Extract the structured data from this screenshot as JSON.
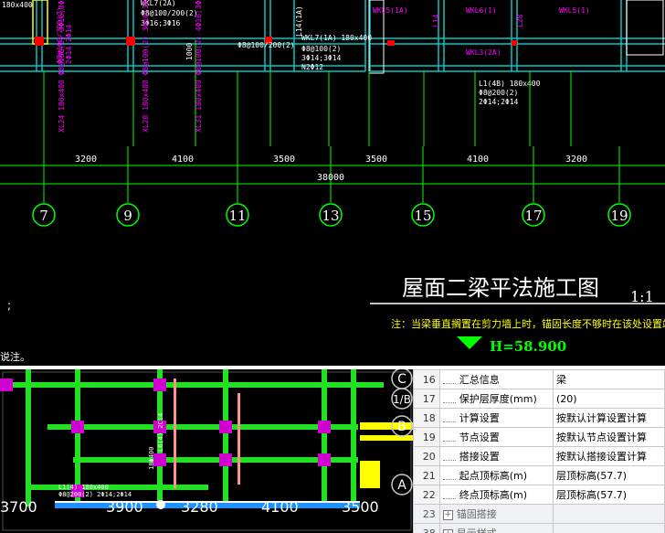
{
  "cad_top": {
    "beam_labels": {
      "b1": "180x400",
      "b2": "Φ8@100/200(2)",
      "b3": "2Φ14;2Φ14",
      "b4": "WKL7(2A)",
      "b5": "Φ8@100/200(2)",
      "b6": "3Φ16;3Φ16",
      "b7": "L14(1A)",
      "b8": "WKL7(1A) 180x400",
      "b9": "Φ8@100(2)",
      "b10": "3Φ14;3Φ14",
      "b11": "N2Φ12",
      "b12": "Φ8@100/200(2)",
      "b13": "1000",
      "b14": "WKL5(1A)",
      "b15": "WKL6(1)",
      "b16": "WKL5(1)",
      "b17": "WKL3(2A)",
      "b18": "L1(4B) 180x400",
      "b19": "Φ8@200(2)",
      "b20": "2Φ14;2Φ14",
      "b21": "L14",
      "b22": "L28",
      "v1": "XL24 180x400 Φ8@100(2) 3Φ16;3Φ16",
      "v2": "XL28 180x400 Φ8@100(2) 3Φ16;3Φ16",
      "v3": "XL31 180x400 Φ8@100(2) 4Φ18;3Φ16"
    },
    "dimensions": [
      "3200",
      "4100",
      "3500",
      "3500",
      "4100",
      "3200"
    ],
    "total_dimension": "38000",
    "axis_numbers": [
      "7",
      "9",
      "11",
      "13",
      "15",
      "17",
      "19"
    ],
    "drawing_title": "屋面二梁平法施工图",
    "scale": "1:1",
    "note": "注：当梁垂直搁置在剪力墙上时，锚固长度不够时在该处设置端柱",
    "elevation": "H=58.900",
    "side_note": "说注。",
    "semicolon": ";"
  },
  "cad_bottom": {
    "dimensions": [
      "3700",
      "3900",
      "3280",
      "4100",
      "3500"
    ],
    "axis_letters": [
      "C",
      "1/B",
      "B",
      "A"
    ],
    "beam_text_1": "L1(4) 180x400",
    "beam_text_2": "Φ8@200(2) 2Φ14;2Φ14",
    "beam_text_3": "18Φ400",
    "beam_text_4": "L6(4) 2C14"
  },
  "properties": {
    "rows": [
      {
        "num": "16",
        "key": "汇总信息",
        "value": "梁",
        "type": "child"
      },
      {
        "num": "17",
        "key": "保护层厚度(mm)",
        "value": "(20)",
        "type": "child"
      },
      {
        "num": "18",
        "key": "计算设置",
        "value": "按默认计算设置计算",
        "type": "child"
      },
      {
        "num": "19",
        "key": "节点设置",
        "value": "按默认节点设置计算",
        "type": "child"
      },
      {
        "num": "20",
        "key": "搭接设置",
        "value": "按默认搭接设置计算",
        "type": "child"
      },
      {
        "num": "21",
        "key": "起点顶标高(m)",
        "value": "层顶标高(57.7)",
        "type": "child"
      },
      {
        "num": "22",
        "key": "终点顶标高(m)",
        "value": "层顶标高(57.7)",
        "type": "child"
      },
      {
        "num": "23",
        "key": "锚固搭接",
        "value": "",
        "type": "group"
      },
      {
        "num": "38",
        "key": "显示样式",
        "value": "",
        "type": "group"
      }
    ]
  },
  "colors": {
    "cad_bg": "#000000",
    "green": "#00ff00",
    "cyan": "#00c8c8",
    "magenta": "#ff00ff",
    "yellow": "#ffff00",
    "red": "#ff0000"
  }
}
